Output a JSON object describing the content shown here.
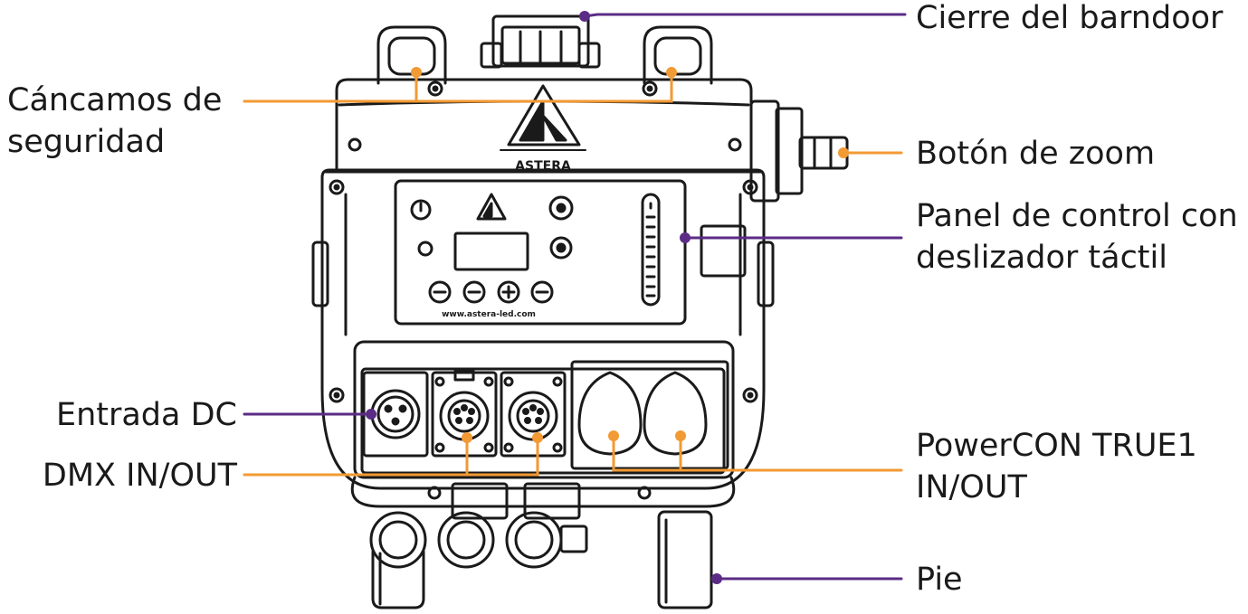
{
  "colors": {
    "orange": "#F29A33",
    "purple": "#5B2C86",
    "outline": "#1a1a1a",
    "text": "#1a1a1a"
  },
  "device": {
    "logo_text": "ASTERA",
    "website": "www.astera-led.com"
  },
  "labels": {
    "barndoor_lock": "Cierre del barndoor",
    "safety_eyes_line1": "Cáncamos de",
    "safety_eyes_line2": "seguridad",
    "zoom_button": "Botón de zoom",
    "control_panel_line1": "Panel de control con",
    "control_panel_line2": "deslizador táctil",
    "dc_input": "Entrada DC",
    "dmx": "DMX IN/OUT",
    "powercon_line1": "PowerCON TRUE1",
    "powercon_line2": "IN/OUT",
    "foot": "Pie"
  }
}
